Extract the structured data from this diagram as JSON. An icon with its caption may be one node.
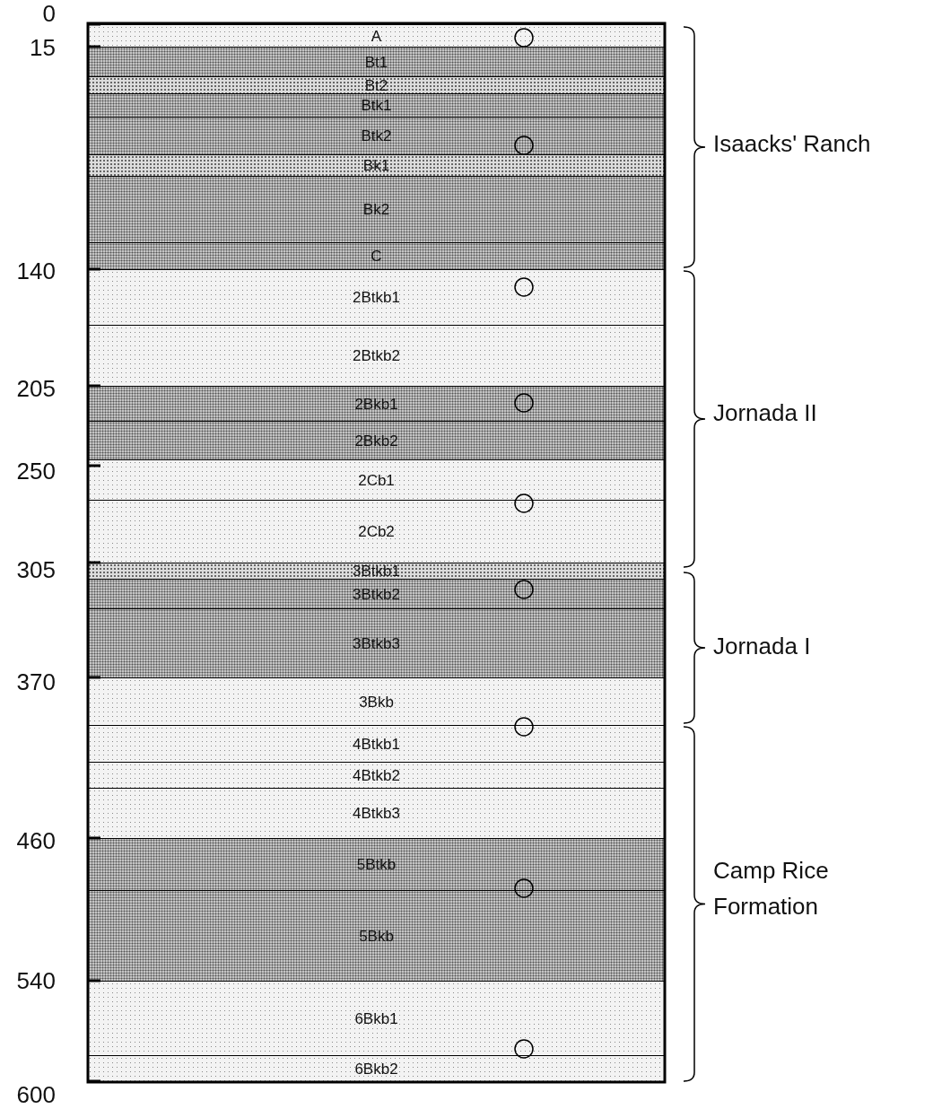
{
  "diagram": {
    "nodes": [
      {
        "text": [
          "A"
        ]
      },
      {
        "text": [
          "Bt1"
        ]
      },
      {
        "text": [
          "Bt2"
        ]
      },
      {
        "text": [
          "Btk1"
        ]
      },
      {
        "text": [
          "Btk2"
        ]
      },
      {
        "text": [
          "Bk1"
        ]
      },
      {
        "text": [
          "Bk2"
        ]
      },
      {
        "text": [
          "C"
        ]
      },
      {
        "text": [
          "2Btkb1"
        ]
      },
      {
        "text": [
          "2Btkb2"
        ]
      },
      {
        "text": [
          "2Bkb1"
        ]
      },
      {
        "text": [
          "2Bkb2"
        ]
      },
      {
        "text": [
          "2Cb1"
        ]
      },
      {
        "text": [
          "2Cb2"
        ]
      },
      {
        "text": [
          "3Btkb1"
        ]
      },
      {
        "text": [
          "3Btkb2"
        ]
      },
      {
        "text": [
          "3Btkb3"
        ]
      },
      {
        "text": [
          "3Bkb"
        ]
      },
      {
        "text": [
          "4Btkb1"
        ]
      },
      {
        "text": [
          "4Btkb2"
        ]
      },
      {
        "text": [
          "4Btkb3"
        ]
      },
      {
        "text": [
          "5Btkb"
        ]
      },
      {
        "text": [
          "5Bkb"
        ]
      },
      {
        "text": [
          "6Bkb1"
        ]
      },
      {
        "text": [
          "6Bkb2"
        ]
      }
    ],
    "labels": [
      "0",
      "15",
      "Isaacks' Ranch",
      "140",
      "205",
      "Jornada II",
      "250",
      "305",
      "Jornada I",
      "370",
      "460",
      "Camp Rice Formation",
      "540",
      "600"
    ]
  }
}
